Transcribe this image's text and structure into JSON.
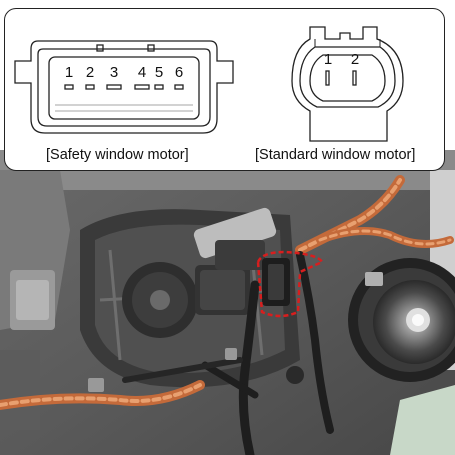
{
  "safety_connector": {
    "pins": [
      "1",
      "2",
      "3",
      "4",
      "5",
      "6"
    ],
    "caption": "[Safety window motor]"
  },
  "standard_connector": {
    "pins": [
      "1",
      "2"
    ],
    "caption": "[Standard window motor]"
  },
  "photo_icons": [
    "window-regulator-motor-icon",
    "wiring-harness-icon",
    "door-speaker-icon",
    "connector-highlight-icon"
  ]
}
